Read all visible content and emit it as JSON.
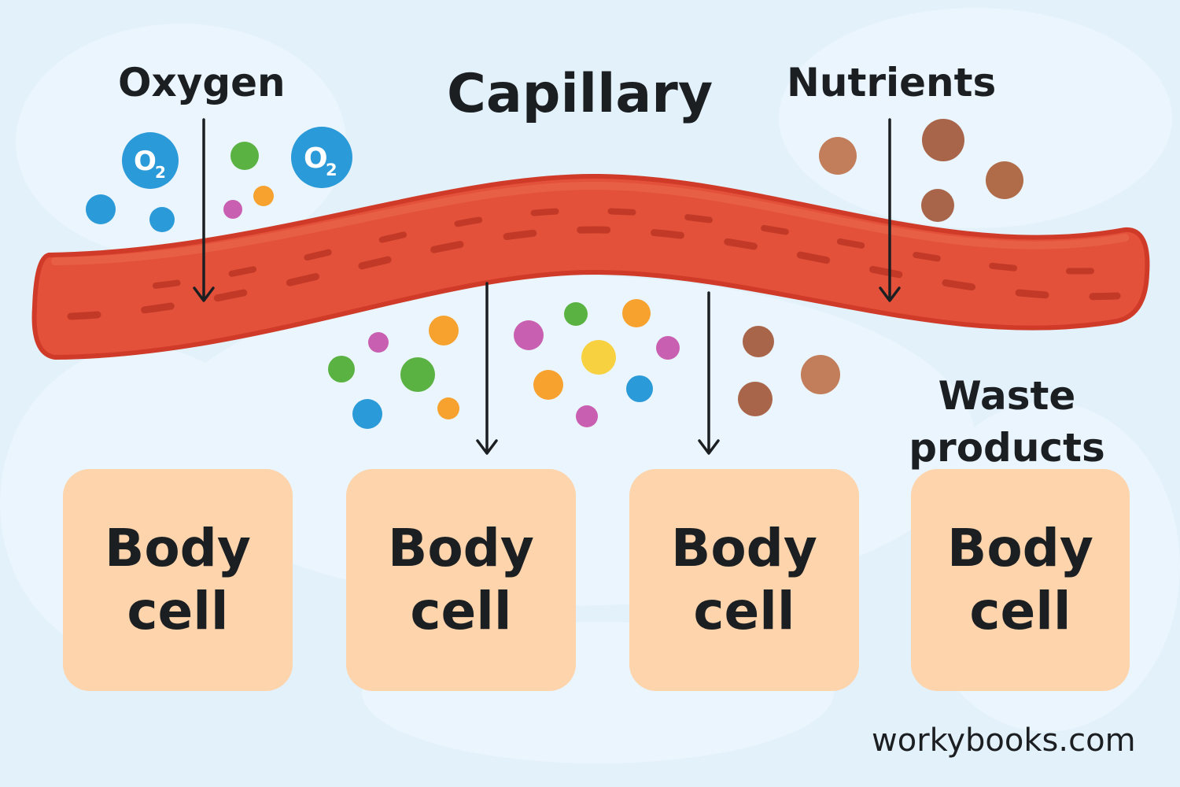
{
  "title": "Capillary",
  "labels": {
    "oxygen": "Oxygen",
    "nutrients": "Nutrients",
    "waste": "Waste products"
  },
  "oxygen_symbol": {
    "letter": "O",
    "subscript": "2"
  },
  "cells": [
    {
      "line1": "Body",
      "line2": "cell"
    },
    {
      "line1": "Body",
      "line2": "cell"
    },
    {
      "line1": "Body",
      "line2": "cell"
    },
    {
      "line1": "Body",
      "line2": "cell"
    }
  ],
  "watermark": "workybooks.com",
  "colors": {
    "background": "#e3f1fb",
    "vessel": "#e4513a",
    "vessel_edge": "#cf3b28",
    "cell": "#fdd4ab",
    "oxygen": "#2b9ad8",
    "nutrient": "#b06b48",
    "text": "#1c1f22"
  }
}
